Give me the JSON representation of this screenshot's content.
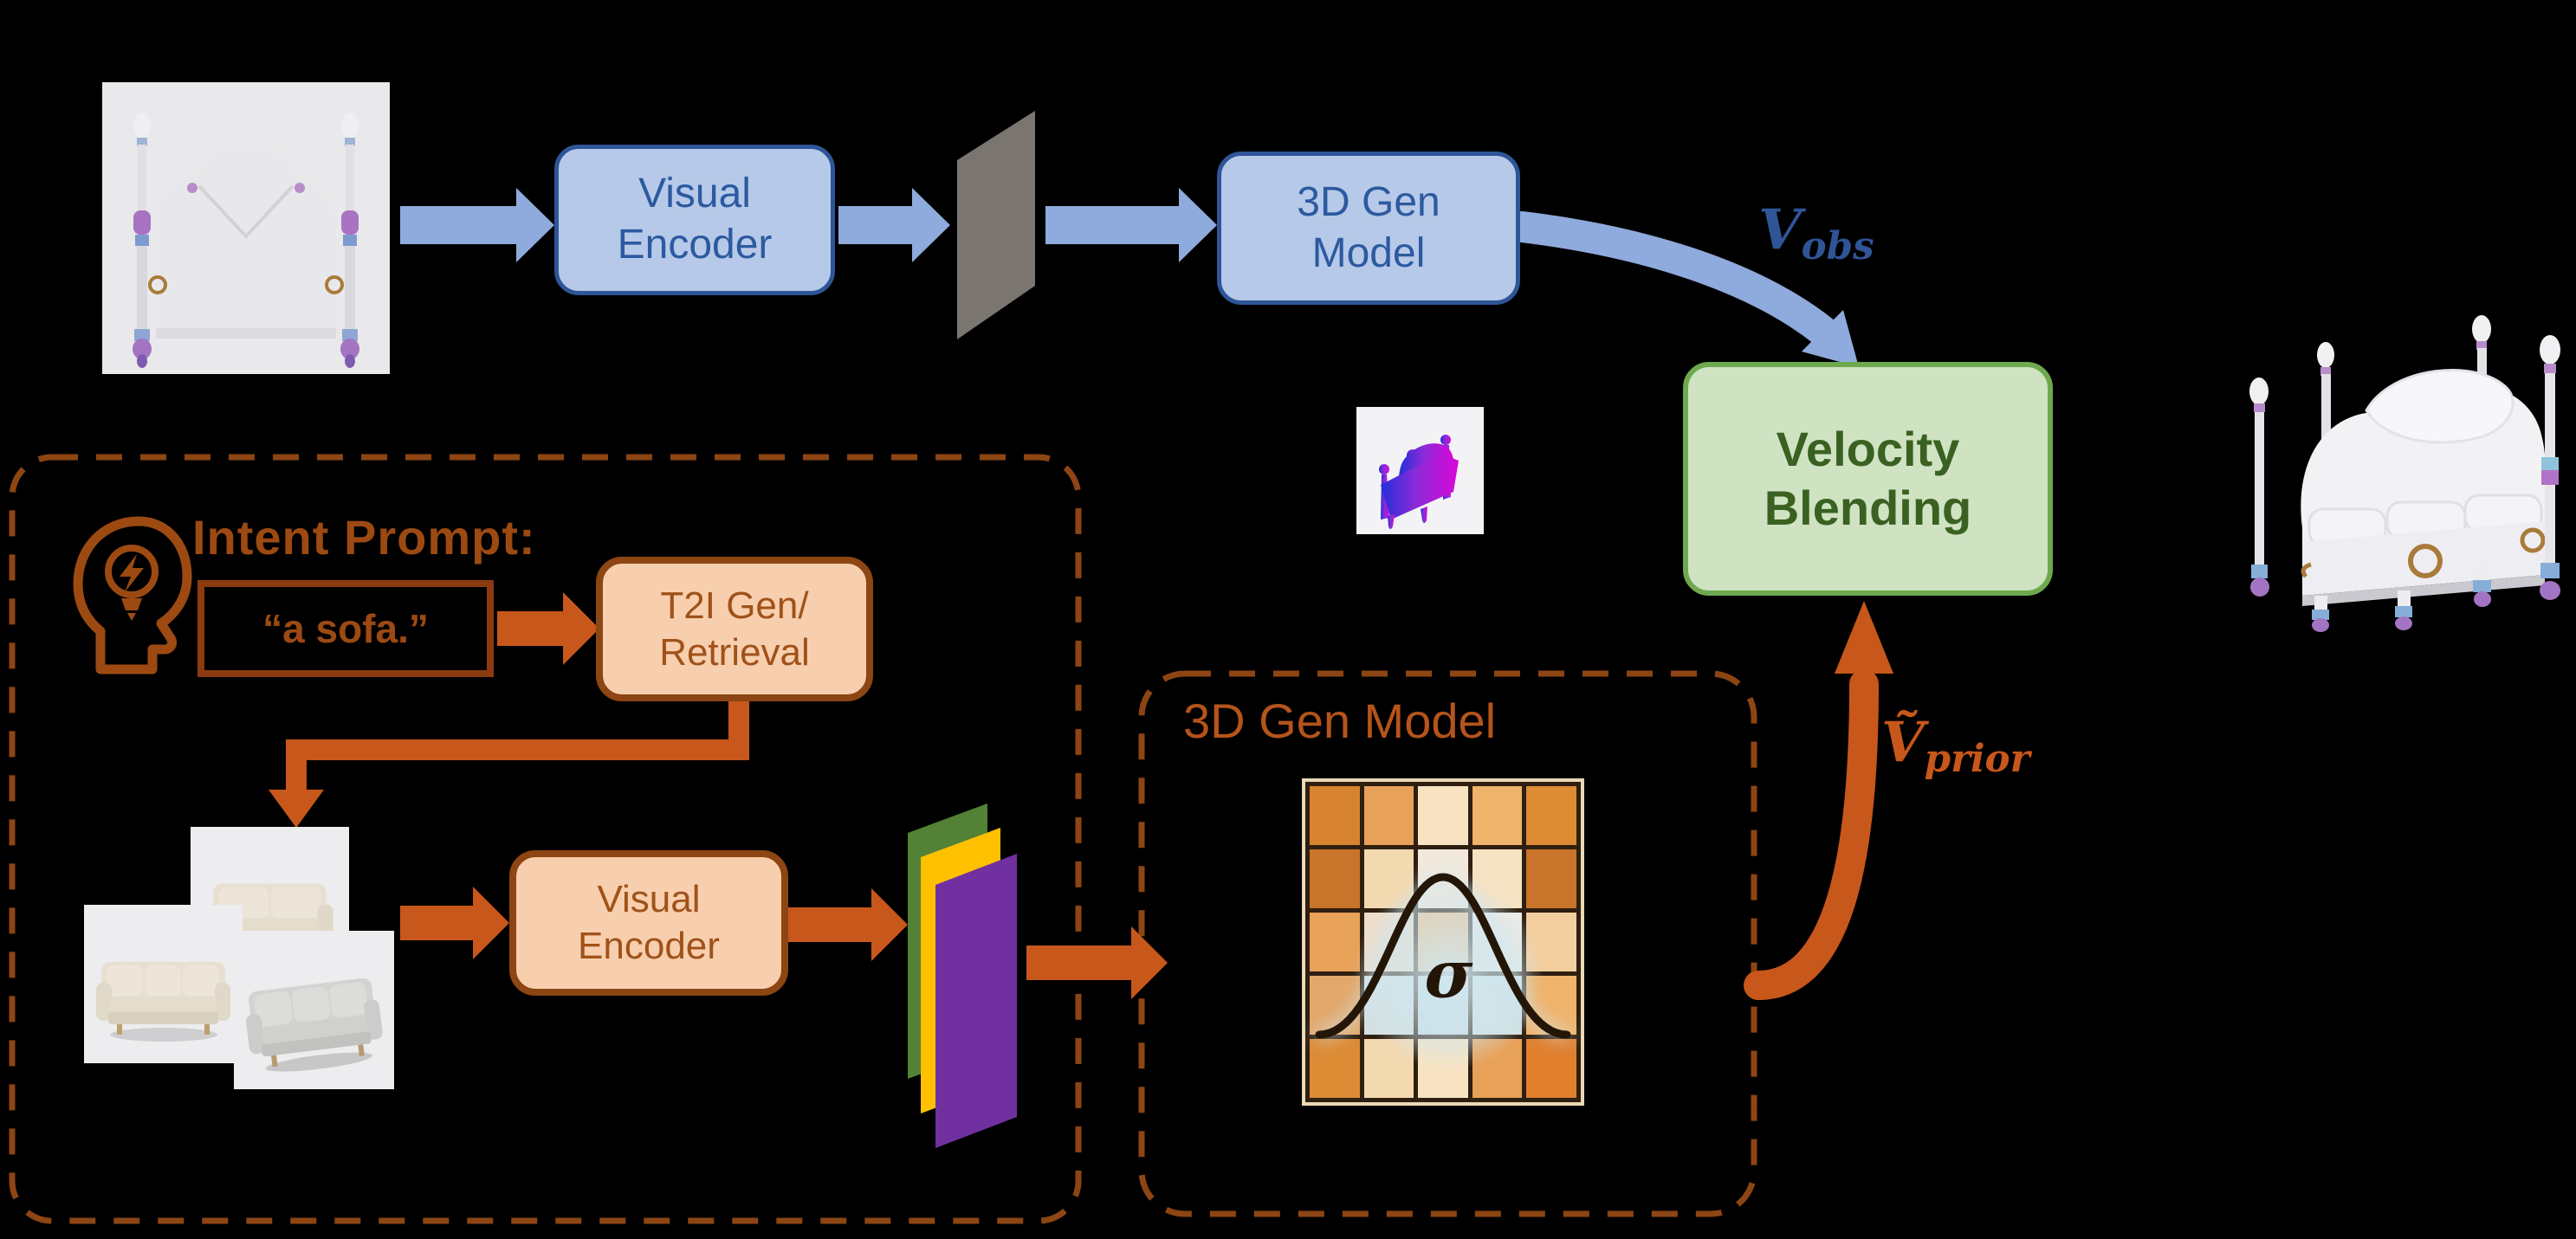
{
  "colors": {
    "background": "#000000",
    "blue_arrow": "#8FAADC",
    "blue_box_fill": "#B7C9E9",
    "blue_box_border": "#2E5597",
    "blue_text": "#2C5AA0",
    "v_obs_text": "#2F5597",
    "green_box_fill": "#CFE3C3",
    "green_box_border": "#6EA84F",
    "green_text": "#3A6121",
    "orange_arrow": "#C8571B",
    "dashed_border_brown": "#8C4513",
    "peach_box_fill": "#F8CFAE",
    "brown_text": "#9C4A12",
    "dashed_box_title": "#B5541B",
    "plane_green": "#538135",
    "plane_yellow": "#FFC000",
    "plane_purple": "#7030A0",
    "latent_gray": "#7B7570"
  },
  "observation_branch": {
    "visual_encoder": {
      "line1": "Visual",
      "line2": "Encoder"
    },
    "gen_model": {
      "line1": "3D Gen",
      "line2": "Model"
    },
    "v_obs": {
      "base": "V",
      "sub": "obs"
    }
  },
  "velocity_blending": {
    "line1": "Velocity",
    "line2": "Blending"
  },
  "prior_branch": {
    "intent_prompt_label": "Intent Prompt:",
    "prompt_text": "“a sofa.”",
    "t2i": {
      "line1": "T2I Gen/",
      "line2": "Retrieval"
    },
    "visual_encoder": {
      "line1": "Visual",
      "line2": "Encoder"
    },
    "gen_model_title": "3D Gen Model",
    "sigma": "σ",
    "v_prior": {
      "base": "Ṽ",
      "sub": "prior"
    }
  },
  "icons": {
    "idea_head": "human-head-profile-with-lightbulb-and-lightning-bolt",
    "latent_plane": "gray-parallelogram-latent-plane",
    "feature_planes": "stacked-green-yellow-purple-feature-planes",
    "sigma_grid": "gaussian-curve-over-orange-grid"
  },
  "images": {
    "input_bed": "white four-poster bed render, front view",
    "pointcloud_bed": "blue-to-magenta gradient 3D bed shape",
    "sofa_top": "beige two-seat sofa photo",
    "sofa_left": "beige three-seat sofa photo",
    "sofa_right": "gray three-seat sofa photo",
    "output_bed": "white four-poster bed render, 3D view"
  },
  "sigma_grid": {
    "rows": 5,
    "cols": 5,
    "cells": [
      "#D8832F",
      "#E8A159",
      "#F7E3C2",
      "#EFB36B",
      "#DD8B35",
      "#C9742B",
      "#F3D9B0",
      "#F2E9DC",
      "#F6E3C4",
      "#C9742B",
      "#E8A159",
      "#F0DDC8",
      "#EFC08C",
      "#EDEAE4",
      "#F3CE9E",
      "#E2A86B",
      "#D4E0E0",
      "#C9DCE4",
      "#CFE0E2",
      "#EFB36B",
      "#DD8B35",
      "#F3D9B0",
      "#F7E3C2",
      "#E8A159",
      "#E07F2E"
    ]
  }
}
